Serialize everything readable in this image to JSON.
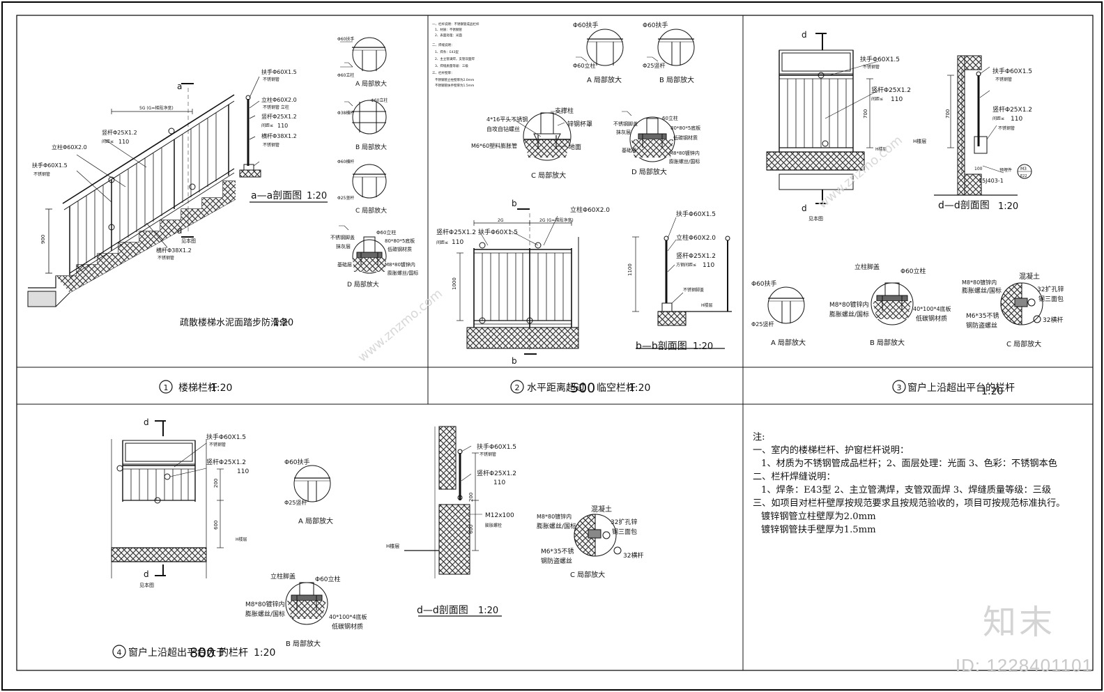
{
  "panels": [
    {
      "num": "1",
      "title": "楼梯栏杆",
      "scale": "1:20"
    },
    {
      "num": "2",
      "title_pre": "水平距离超过",
      "title_num": "500",
      "title_post": "临空栏杆",
      "scale": "1:20"
    },
    {
      "num": "3",
      "title": "窗户上沿超出平台的栏杆",
      "scale": "1:20"
    },
    {
      "num": "4",
      "title_pre": "窗户上沿超出平台大于",
      "title_num": "800",
      "title_post": "的栏杆",
      "scale": "1:20"
    }
  ],
  "p1": {
    "main_title": "疏散楼梯水泥面踏步防滑条",
    "main_scale": "1:20",
    "section_title": "a—a剖面图",
    "section_scale": "1:20",
    "see_plan": "见本图",
    "cut": "a",
    "dim_900": "900",
    "dim_spacing": "5G (G=梯段净宽)",
    "labels": {
      "handrail_top": "扶手Φ60X1.5",
      "stainless1": "不锈钢管",
      "post": "立柱Φ60X2.0",
      "stainless2": "不锈钢管 立柱",
      "baluster": "竖杆Φ25X1.2",
      "gap": "间距≤",
      "gap_val": "110",
      "rail": "横杆Φ38X1.2",
      "stainless3": "不锈钢管",
      "left_post": "立柱Φ60X2.0",
      "left_rail": "扶手Φ60X1.5",
      "left_ss": "不锈钢管",
      "left_bal": "竖杆Φ25X1.2",
      "left_gap": "间距≤",
      "left_gap_val": "110",
      "bottom_rail": "横杆Φ38X1.2",
      "bottom_ss": "不锈钢管"
    },
    "details": {
      "a_top": "Φ60扶手",
      "a_bot": "Φ60立柱",
      "a_cap": "A 局部放大",
      "b_top": "Φ60立柱",
      "b_mid": "Φ38横杆",
      "b_cap": "B 局部放大",
      "c_top": "Φ60横杆",
      "c_bot": "Φ25竖杆",
      "c_cap": "C 局部放大",
      "d_post": "Φ60立柱",
      "d_cover": "不锈钢脚盖",
      "d_fill": "抹灰层",
      "d_plate": "80*80*5底板",
      "d_plate2": "低碳钢材质",
      "d_base": "基础层",
      "d_bolt": "M8*80镀锌内",
      "d_bolt2": "膨胀螺丝/国标",
      "d_cap": "D 局部放大"
    }
  },
  "p2": {
    "notes": [
      "一、栏杆说明：不锈钢管成品栏杆",
      "1、材质：不锈钢管",
      "2、表面处理：光面",
      "二、焊缝说明：",
      "1、焊条：E43型",
      "2、主立管满焊，支管双面焊",
      "3、焊缝质量等级：三级",
      "三、栏杆壁厚：",
      "不锈钢管立柱壁厚为2.0mm",
      "不锈钢管扶手壁厚为1.5mm"
    ],
    "a_top": "Φ60扶手",
    "a_bot": "Φ60立柱",
    "a_cap": "A 局部放大",
    "b_top": "Φ60扶手",
    "b_bot": "Φ25竖杆",
    "b_cap": "B 局部放大",
    "c_l1": "4*16平头不锈钢",
    "c_l2": "自攻自钻螺丝",
    "c_l3": "M6*60塑料膨胀管",
    "c_r1": "支撑柱",
    "c_r2": "锌钢杯罩",
    "c_r3": "地面",
    "c_cap": "C 局部放大",
    "d_post": "60立柱",
    "d_cover": "不锈钢脚盖",
    "d_fill": "抹灰层",
    "d_plate": "80*80*5底板",
    "d_plate2": "低碳钢材质",
    "d_base": "基础层",
    "d_bolt": "M8*80镀锌内",
    "d_bolt2": "膨胀螺丝/国标",
    "d_cap": "D 局部放大",
    "elev_post": "立柱Φ60X2.0",
    "elev_bal": "竖杆Φ25X1.2",
    "elev_gap": "间距≤",
    "elev_gap_val": "110",
    "elev_rail": "扶手Φ60X1.5",
    "dim_2g": "2G",
    "dim_2g2": "2G (G=梯段净宽)",
    "dim_1000": "1000",
    "cut": "b",
    "sec_title": "b—b剖面图",
    "sec_scale": "1:20",
    "sec_rail": "扶手Φ60X1.5",
    "sec_post": "立柱Φ60X2.0",
    "sec_bal": "竖杆Φ25X1.2",
    "sec_gap": "方钢间距≤",
    "sec_gap_val": "110",
    "sec_cover": "不锈钢脚盖",
    "sec_h": "H楼层",
    "sec_1100": "1100"
  },
  "p3": {
    "cut": "d",
    "see": "见本图",
    "rail": "扶手Φ60X1.5",
    "rail_ss": "不锈钢管",
    "bal": "竖杆Φ25X1.2",
    "gap": "间距≤",
    "gap_val": "110",
    "h": "H楼层",
    "dim_700": "700",
    "sec_title": "d—d剖面图",
    "sec_scale": "1:20",
    "sec_rail": "扶手Φ60X1.5",
    "sec_ss": "不锈钢管",
    "sec_bal": "竖杆Φ25X1.2",
    "sec_gap": "间距≤",
    "sec_gap_val": "110",
    "sec_ss2": "不锈钢管",
    "sec_h": "H楼层",
    "sec_ref": "15J403-1",
    "sec_ref_tag": "M3",
    "sec_ref_sub": "E22",
    "sec_100": "100",
    "sec_700": "700",
    "sec_plate": "预埋件",
    "a_top": "Φ60扶手",
    "a_bot": "Φ25竖杆",
    "a_cap": "A 局部放大",
    "b_cover": "立柱脚盖",
    "b_post": "Φ60立柱",
    "b_bolt": "M8*80镀锌内",
    "b_bolt2": "膨胀螺丝/国标",
    "b_plate": "40*100*4底板",
    "b_plate2": "低碳钢材质",
    "b_cap": "B 局部放大",
    "c_conc": "混凝土",
    "c_bolt": "M8*80镀锌内",
    "c_bolt2": "膨胀螺丝/国标",
    "c_tube": "32扩孔锌",
    "c_tube2": "钢三面包",
    "c_screw": "M6*35不锈",
    "c_screw2": "钢防盗螺丝",
    "c_rail": "32横杆",
    "c_cap": "C 局部放大"
  },
  "p4": {
    "cut": "d",
    "see": "见本图",
    "rail": "扶手Φ60X1.5",
    "rail_ss": "不锈钢管",
    "bal": "竖杆Φ25X1.2",
    "gap_val": "110",
    "h": "H楼层",
    "dim_200": "200",
    "dim_600": "600",
    "a_top": "Φ60扶手",
    "a_bot": "Φ25竖杆",
    "a_cap": "A 局部放大",
    "b_cover": "立柱脚盖",
    "b_post": "Φ60立柱",
    "b_bolt": "M8*80镀锌内",
    "b_bolt2": "膨胀螺丝/国标",
    "b_plate": "40*100*4底板",
    "b_plate2": "低碳钢材质",
    "b_cap": "B 局部放大",
    "sec_title": "d—d剖面图",
    "sec_scale": "1:20",
    "sec_rail": "扶手Φ60X1.5",
    "sec_ss": "不锈钢管",
    "sec_bal": "竖杆Φ25X1.2",
    "sec_gap_val": "110",
    "sec_m12": "M12x100",
    "sec_m12b": "膨胀螺栓",
    "sec_h": "H楼层",
    "sec_200": "200",
    "sec_600": "600",
    "c_conc": "混凝土",
    "c_bolt": "M8*80镀锌内",
    "c_bolt2": "膨胀螺丝/国标",
    "c_tube": "32扩孔锌",
    "c_tube2": "钢三面包",
    "c_screw": "M6*35不锈",
    "c_screw2": "钢防盗螺丝",
    "c_rail": "32横杆",
    "c_cap": "C 局部放大"
  },
  "notes": {
    "title": "注:",
    "lines": [
      "一、室内的楼梯栏杆、护窗栏杆说明：",
      "1、材质为不锈钢管成品栏杆；2、面层处理：光面 3、色彩：不锈钢本色",
      "二、栏杆焊缝说明：",
      "1、焊条：E43型 2、主立管满焊，支管双面焊 3、焊缝质量等级：三级",
      "三、如项目对栏杆壁厚按规范要求且按规范验收的，项目可按规范标准执行。",
      "镀锌钢管立柱壁厚为2.0mm",
      "镀锌钢管扶手壁厚为1.5mm"
    ]
  },
  "watermark": {
    "logo": "知末",
    "id": "ID: 1228401101",
    "site": "www.znzmo.com"
  }
}
